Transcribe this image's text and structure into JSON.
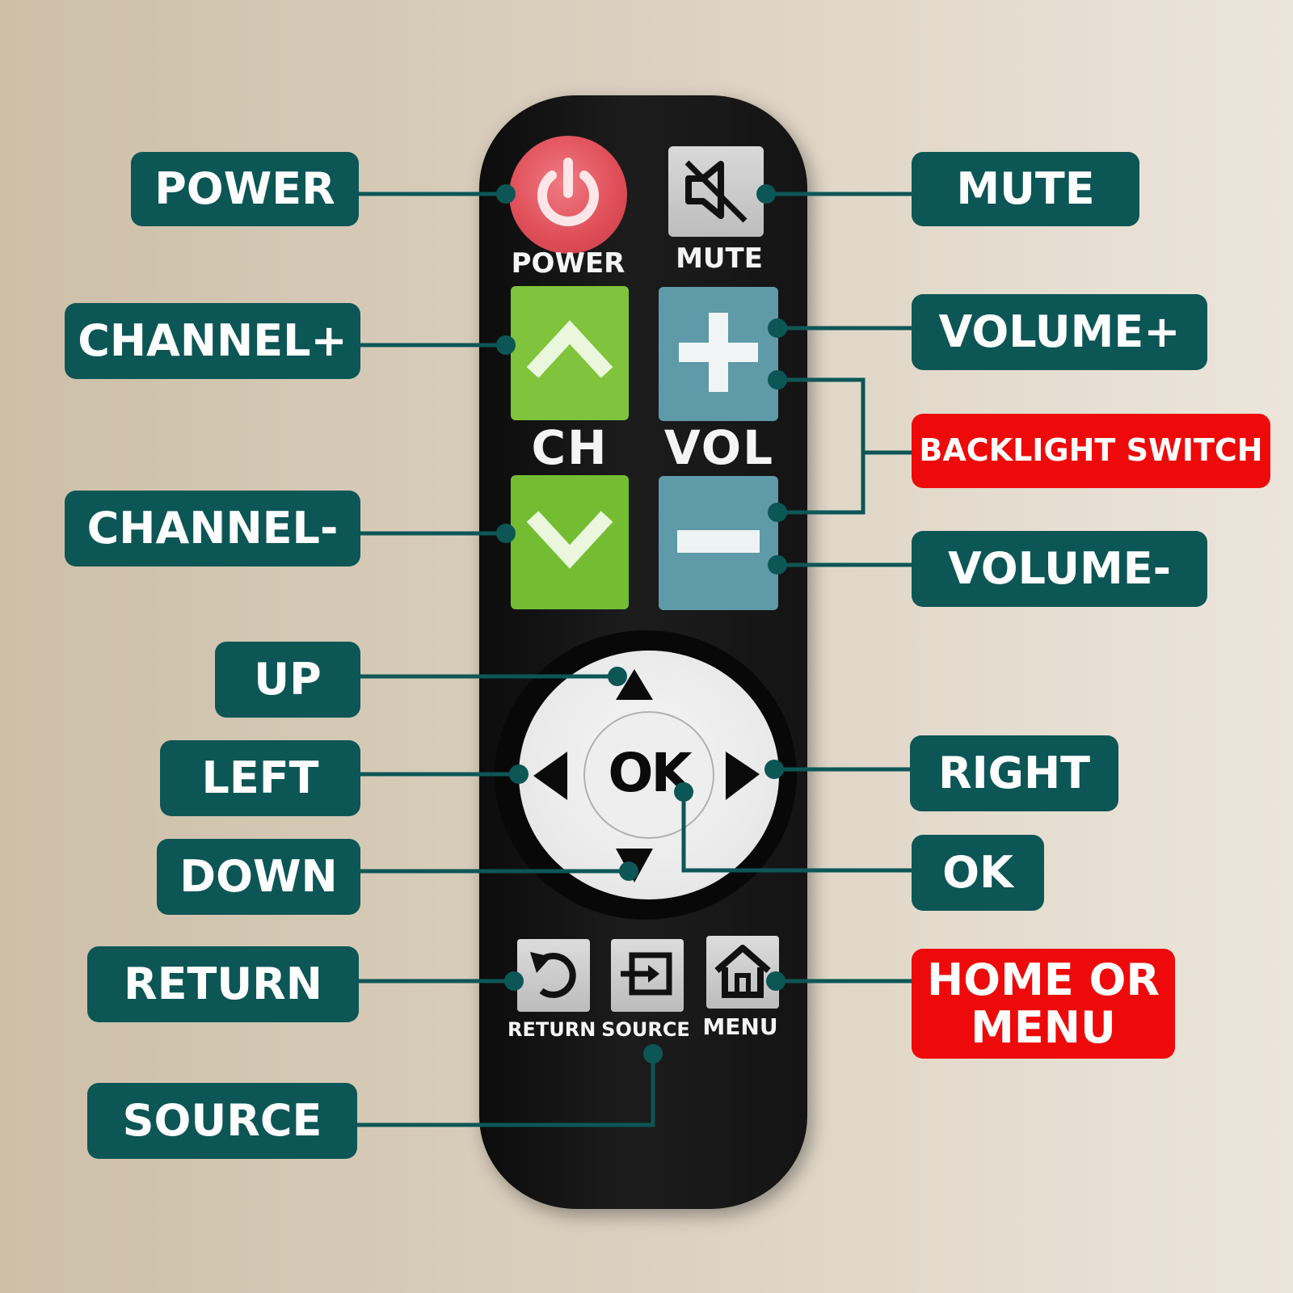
{
  "remote_labels": {
    "power": "POWER",
    "mute": "MUTE",
    "ch": "CH",
    "vol": "VOL",
    "ok": "OK",
    "return": "RETURN",
    "source": "SOURCE",
    "menu": "MENU"
  },
  "callouts": {
    "power": "POWER",
    "mute": "MUTE",
    "channel_up": "CHANNEL+",
    "volume_up": "VOLUME+",
    "backlight": "BACKLIGHT SWITCH",
    "channel_down": "CHANNEL-",
    "volume_down": "VOLUME-",
    "up": "UP",
    "left": "LEFT",
    "right": "RIGHT",
    "down": "DOWN",
    "ok": "OK",
    "return": "RETURN",
    "home_or_menu": "HOME OR MENU",
    "source": "SOURCE"
  },
  "colors": {
    "callout_teal": "#0d5656",
    "callout_red": "#ee0a0a",
    "power_red": "#e0505a",
    "channel_green": "#7fc43c",
    "volume_blue": "#5e9aa8",
    "remote_black": "#141414"
  },
  "icons": {
    "power": "power-icon",
    "mute": "speaker-mute-icon",
    "channel_up": "chevron-up-icon",
    "channel_down": "chevron-down-icon",
    "volume_up": "plus-icon",
    "volume_down": "minus-icon",
    "up": "triangle-up-icon",
    "down": "triangle-down-icon",
    "left": "triangle-left-icon",
    "right": "triangle-right-icon",
    "return": "return-arrow-icon",
    "source": "input-source-icon",
    "home": "home-icon"
  }
}
